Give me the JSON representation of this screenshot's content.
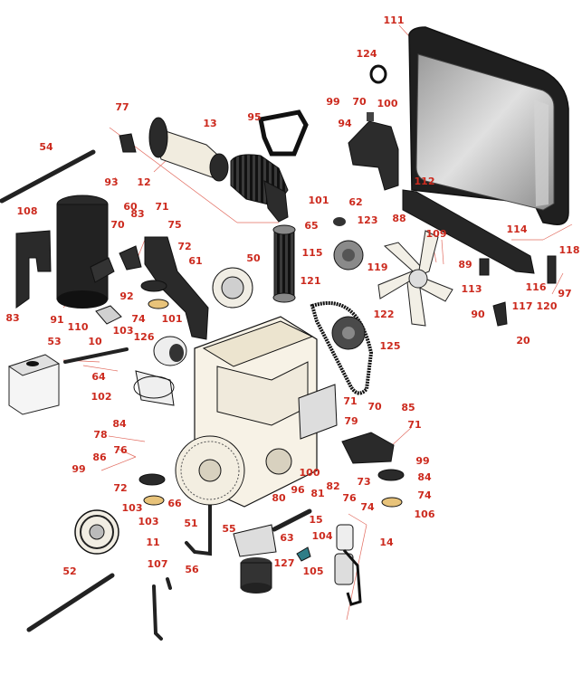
{
  "colors": {
    "callout": "#cc2a1e",
    "leader": "#e26b5f",
    "part_outline": "#1a1a1a",
    "part_fill": "#f7f2e6",
    "dark_part": "#2b2b2b",
    "panel_grey": "#b9b9b9",
    "bronze": "#e8c37a"
  },
  "callouts": [
    "111",
    "124",
    "99",
    "70",
    "100",
    "95",
    "94",
    "77",
    "13",
    "54",
    "12",
    "93",
    "71",
    "60",
    "101",
    "65",
    "62",
    "123",
    "112",
    "88",
    "109",
    "108",
    "70",
    "83",
    "75",
    "72",
    "61",
    "50",
    "115",
    "114",
    "118",
    "89",
    "119",
    "113",
    "116",
    "97",
    "83",
    "92",
    "110",
    "91",
    "103",
    "74",
    "101",
    "121",
    "117",
    "120",
    "90",
    "53",
    "10",
    "126",
    "122",
    "20",
    "125",
    "64",
    "102",
    "71",
    "85",
    "84",
    "70",
    "71",
    "78",
    "76",
    "86",
    "79",
    "99",
    "72",
    "99",
    "84",
    "100",
    "96",
    "81",
    "82",
    "76",
    "73",
    "74",
    "66",
    "80",
    "74",
    "103",
    "103",
    "106",
    "51",
    "55",
    "15",
    "104",
    "11",
    "63",
    "14",
    "127",
    "105",
    "107",
    "56",
    "52"
  ]
}
